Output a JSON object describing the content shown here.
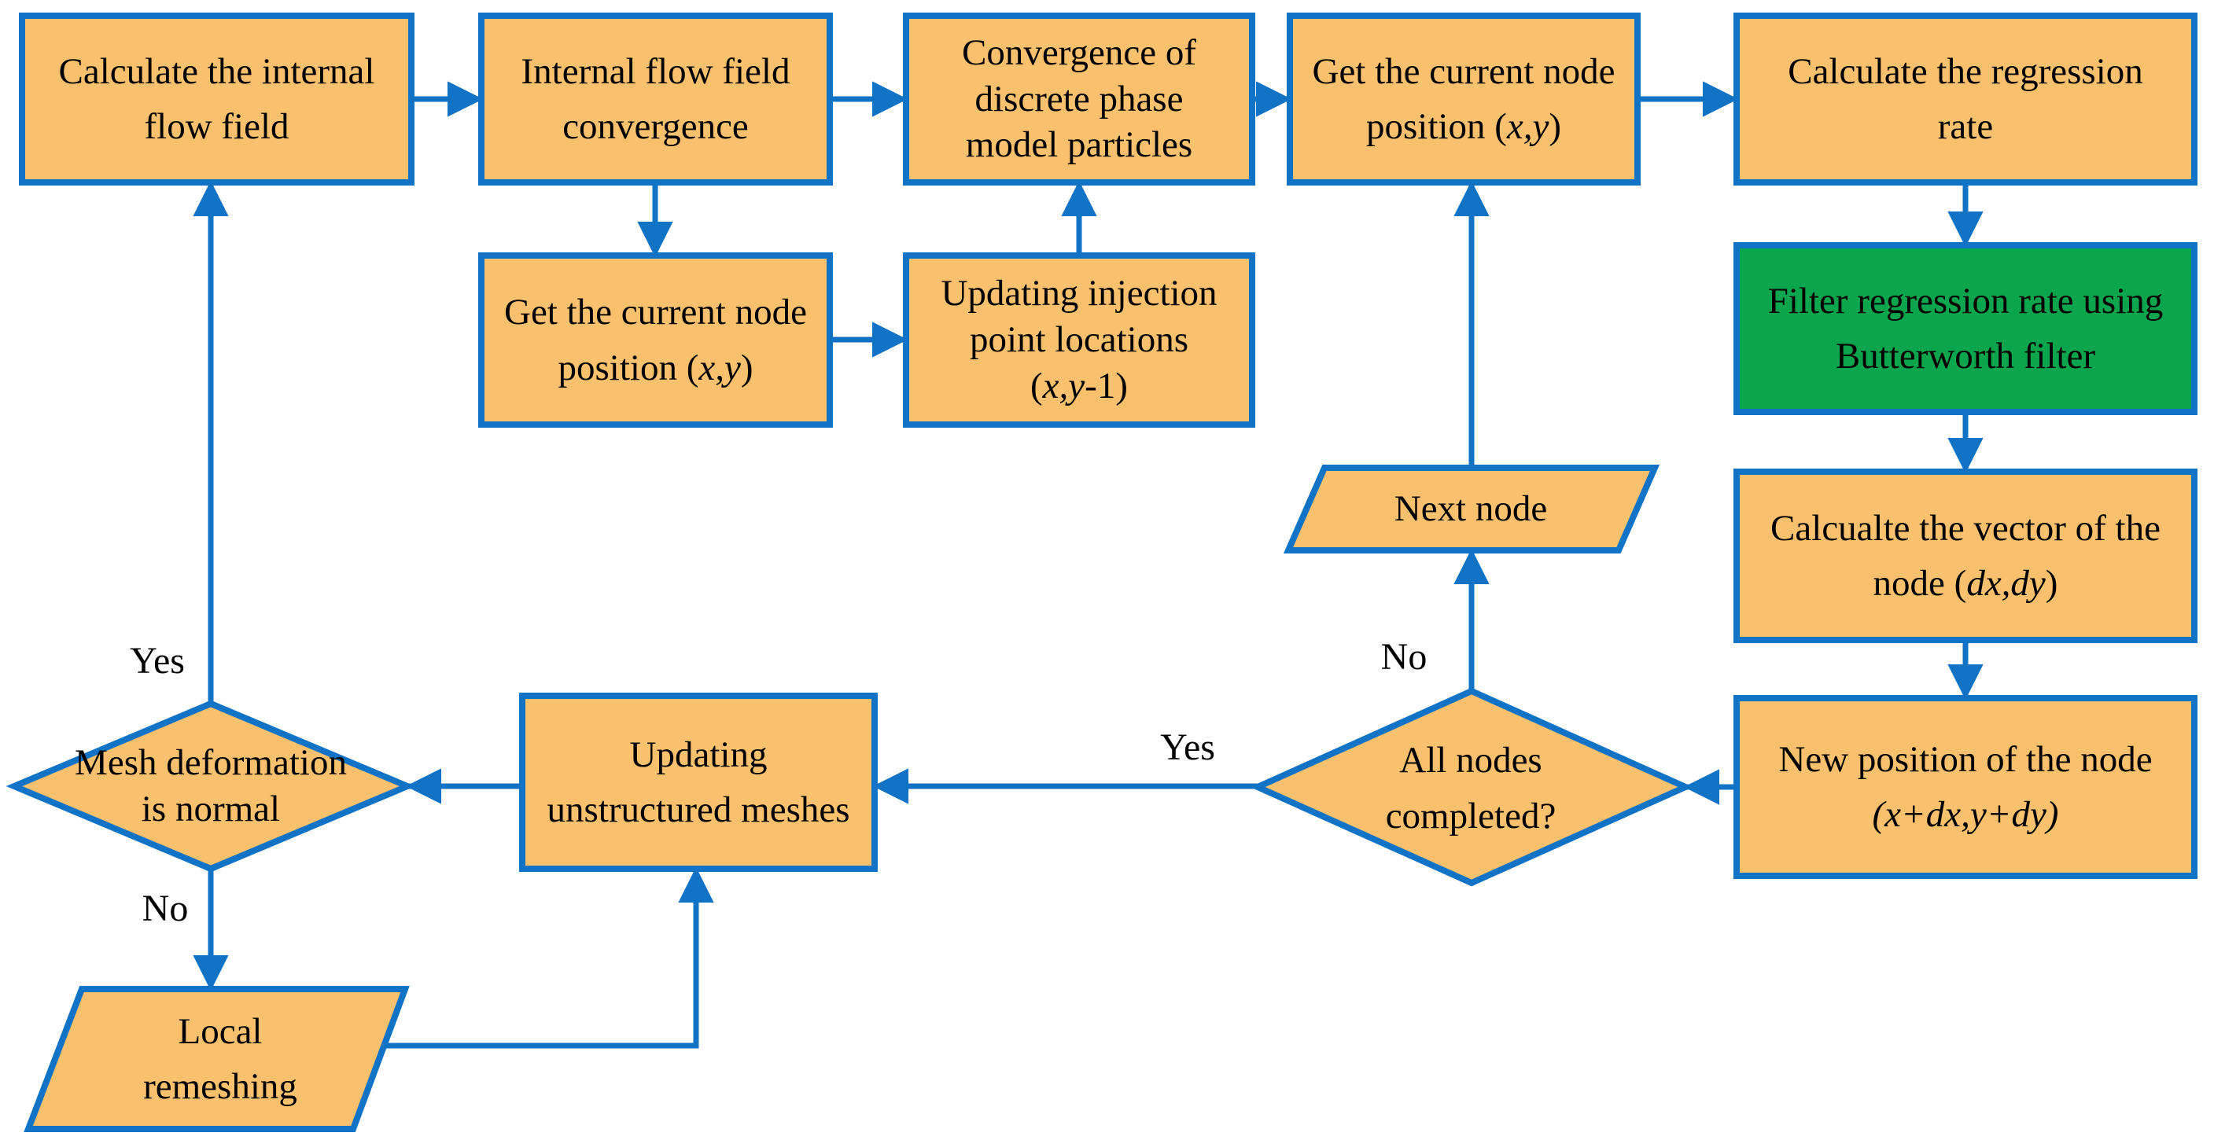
{
  "colors": {
    "box_fill": "#F9C06E",
    "box_stroke": "#1173C6",
    "green_fill": "#0AA54C",
    "arrow": "#1173C6",
    "text": "#000000",
    "background": "#FFFFFF"
  },
  "nodes": {
    "calc_internal_flow": {
      "line1": "Calculate the internal",
      "line2": "flow field"
    },
    "internal_convergence": {
      "line1": "Internal flow field",
      "line2": "convergence"
    },
    "dpm_convergence": {
      "line1": "Convergence of",
      "line2": "discrete phase",
      "line3": "model particles"
    },
    "get_node_top": {
      "line1": "Get the current node",
      "line2_pre": "position (",
      "line2_italic": "x,y",
      "line2_post": ")"
    },
    "calc_regression": {
      "line1": "Calculate the regression",
      "line2": "rate"
    },
    "get_node_mid": {
      "line1": "Get the current node",
      "line2_pre": "position (",
      "line2_italic": "x,y",
      "line2_post": ")"
    },
    "updating_injection": {
      "line1": "Updating injection",
      "line2": "point locations",
      "line3_pre": "(",
      "line3_italic": "x,y",
      "line3_post": "-1)"
    },
    "butterworth_filter": {
      "line1": "Filter regression rate using",
      "line2": "Butterworth filter"
    },
    "vector_of_node": {
      "line1": "Calcualte the vector of the",
      "line2_pre": "node (",
      "line2_italic": "dx,dy",
      "line2_post": ")"
    },
    "new_position": {
      "line1": "New position of the node",
      "line2_italic": "(x+dx,y+dy)"
    },
    "next_node": {
      "line1": "Next node"
    },
    "all_nodes_diamond": {
      "line1": "All nodes",
      "line2": "completed?"
    },
    "mesh_diamond": {
      "line1": "Mesh deformation",
      "line2": "is normal"
    },
    "updating_meshes": {
      "line1": "Updating",
      "line2": "unstructured meshes"
    },
    "local_remeshing": {
      "line1": "Local",
      "line2": "remeshing"
    }
  },
  "labels": {
    "yes_mesh": "Yes",
    "no_mesh": "No",
    "yes_all": "Yes",
    "no_all": "No"
  }
}
